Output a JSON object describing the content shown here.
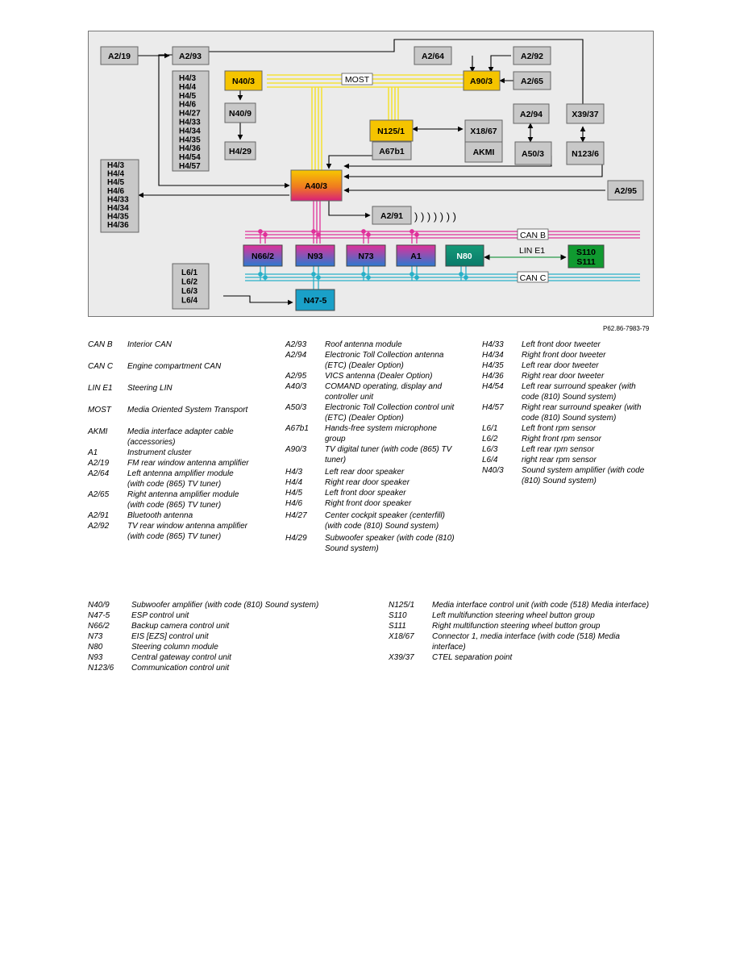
{
  "diagram": {
    "components": {
      "a2_19": "A2/19",
      "a2_93": "A2/93",
      "a2_64": "A2/64",
      "a2_92": "A2/92",
      "a2_65": "A2/65",
      "a90_3": "A90/3",
      "n40_3": "N40/3",
      "n40_9": "N40/9",
      "h4_29": "H4/29",
      "a2_94": "A2/94",
      "x39_37": "X39/37",
      "n125_1": "N125/1",
      "x18_67": "X18/67",
      "akmi": "AKMI",
      "a67b1": "A67b1",
      "a50_3": "A50/3",
      "n123_6": "N123/6",
      "a40_3": "A40/3",
      "a2_95": "A2/95",
      "a2_91": "A2/91",
      "n66_2": "N66/2",
      "n93": "N93",
      "n73": "N73",
      "a1": "A1",
      "n80": "N80",
      "s110": "S110",
      "s111": "S111",
      "n47_5": "N47-5"
    },
    "bus_labels": {
      "most": "MOST",
      "can_b": "CAN B",
      "can_c": "CAN C",
      "lin_e1": "LIN E1"
    },
    "wireless_symbol": ") ) ) ) ) ) )",
    "speaker_list_upper": [
      "H4/3",
      "H4/4",
      "H4/5",
      "H4/6",
      "H4/27",
      "H4/33",
      "H4/34",
      "H4/35",
      "H4/36",
      "H4/54",
      "H4/57"
    ],
    "speaker_list_left": [
      "H4/3",
      "H4/4",
      "H4/5",
      "H4/6",
      "H4/33",
      "H4/34",
      "H4/35",
      "H4/36"
    ],
    "sensor_list": [
      "L6/1",
      "L6/2",
      "L6/3",
      "L6/4"
    ],
    "colors": {
      "yellow_box": "#f5c400",
      "gray_box": "#c8c8c8",
      "most_bus": "#f4e23a",
      "can_b": "#e0309a",
      "can_c": "#28b0c8",
      "lin": "#2a9a4a",
      "n80": "#0a8a6a",
      "s110": "#109a30",
      "n47_5": "#1aa0c8"
    }
  },
  "reference_code": "P62.86-7983-79",
  "legend_top": {
    "col1": [
      {
        "code": "CAN B",
        "desc": "Interior CAN"
      },
      {
        "code": "CAN C",
        "desc": "Engine compartment CAN"
      },
      {
        "code": "LIN E1",
        "desc": "Steering LIN"
      },
      {
        "code": "MOST",
        "desc": "Media Oriented System Transport"
      },
      {
        "code": "AKMI",
        "desc": "Media interface adapter cable (accessories)"
      },
      {
        "code": "A1",
        "desc": "Instrument cluster"
      },
      {
        "code": "A2/19",
        "desc": "FM rear window antenna amplifier"
      },
      {
        "code": "A2/64",
        "desc": "Left antenna amplifier module (with code (865) TV tuner)"
      },
      {
        "code": "A2/65",
        "desc": "Right antenna amplifier module (with code (865) TV tuner)"
      },
      {
        "code": "A2/91",
        "desc": "Bluetooth antenna"
      },
      {
        "code": "A2/92",
        "desc": "TV rear window antenna amplifier (with code (865) TV tuner)"
      }
    ],
    "col2": [
      {
        "code": "A2/93",
        "desc": "Roof antenna module"
      },
      {
        "code": "A2/94",
        "desc": "Electronic Toll Collection antenna (ETC) (Dealer Option)"
      },
      {
        "code": "A2/95",
        "desc": "VICS antenna (Dealer Option)"
      },
      {
        "code": "A40/3",
        "desc": "COMAND operating, display and controller unit"
      },
      {
        "code": "A50/3",
        "desc": "Electronic Toll Collection control unit (ETC) (Dealer Option)"
      },
      {
        "code": "A67b1",
        "desc": "Hands-free system microphone group"
      },
      {
        "code": "A90/3",
        "desc": "TV digital tuner (with code (865) TV tuner)"
      },
      {
        "code": "H4/3",
        "desc": "Left rear door speaker"
      },
      {
        "code": "H4/4",
        "desc": "Right rear door speaker"
      },
      {
        "code": "H4/5",
        "desc": "Left front door speaker"
      },
      {
        "code": "H4/6",
        "desc": "Right front door speaker"
      },
      {
        "code": "H4/27",
        "desc": "Center cockpit speaker (centerfill) (with code (810) Sound system)"
      },
      {
        "code": "H4/29",
        "desc": "Subwoofer speaker (with code (810) Sound system)"
      }
    ],
    "col3": [
      {
        "code": "H4/33",
        "desc": "Left front door tweeter"
      },
      {
        "code": "H4/34",
        "desc": "Right front door tweeter"
      },
      {
        "code": "H4/35",
        "desc": "Left rear door tweeter"
      },
      {
        "code": "H4/36",
        "desc": "Right rear door tweeter"
      },
      {
        "code": "H4/54",
        "desc": "Left rear surround speaker (with code (810) Sound system)"
      },
      {
        "code": "H4/57",
        "desc": "Right rear surround speaker (with code (810) Sound system)"
      },
      {
        "code": "L6/1",
        "desc": "Left front rpm sensor"
      },
      {
        "code": "L6/2",
        "desc": "Right front rpm sensor"
      },
      {
        "code": "L6/3",
        "desc": "Left rear rpm sensor"
      },
      {
        "code": "L6/4",
        "desc": "right rear rpm sensor"
      },
      {
        "code": "N40/3",
        "desc": "Sound system amplifier (with code (810) Sound system)"
      }
    ]
  },
  "legend_bottom": {
    "col1": [
      {
        "code": "N40/9",
        "desc": "Subwoofer amplifier (with code (810) Sound system)"
      },
      {
        "code": "N47-5",
        "desc": "ESP control unit"
      },
      {
        "code": "N66/2",
        "desc": "Backup camera control unit"
      },
      {
        "code": "N73",
        "desc": "EIS [EZS] control unit"
      },
      {
        "code": "N80",
        "desc": "Steering column module"
      },
      {
        "code": "N93",
        "desc": "Central gateway control unit"
      },
      {
        "code": "N123/6",
        "desc": "Communication control unit"
      }
    ],
    "col2": [
      {
        "code": "N125/1",
        "desc": "Media interface control unit (with code (518) Media interface)"
      },
      {
        "code": "S110",
        "desc": "Left multifunction steering wheel button group"
      },
      {
        "code": "S111",
        "desc": "Right multifunction steering wheel button group"
      },
      {
        "code": "X18/67",
        "desc": "Connector 1, media interface (with code (518) Media interface)"
      },
      {
        "code": "X39/37",
        "desc": "CTEL separation point"
      }
    ]
  }
}
